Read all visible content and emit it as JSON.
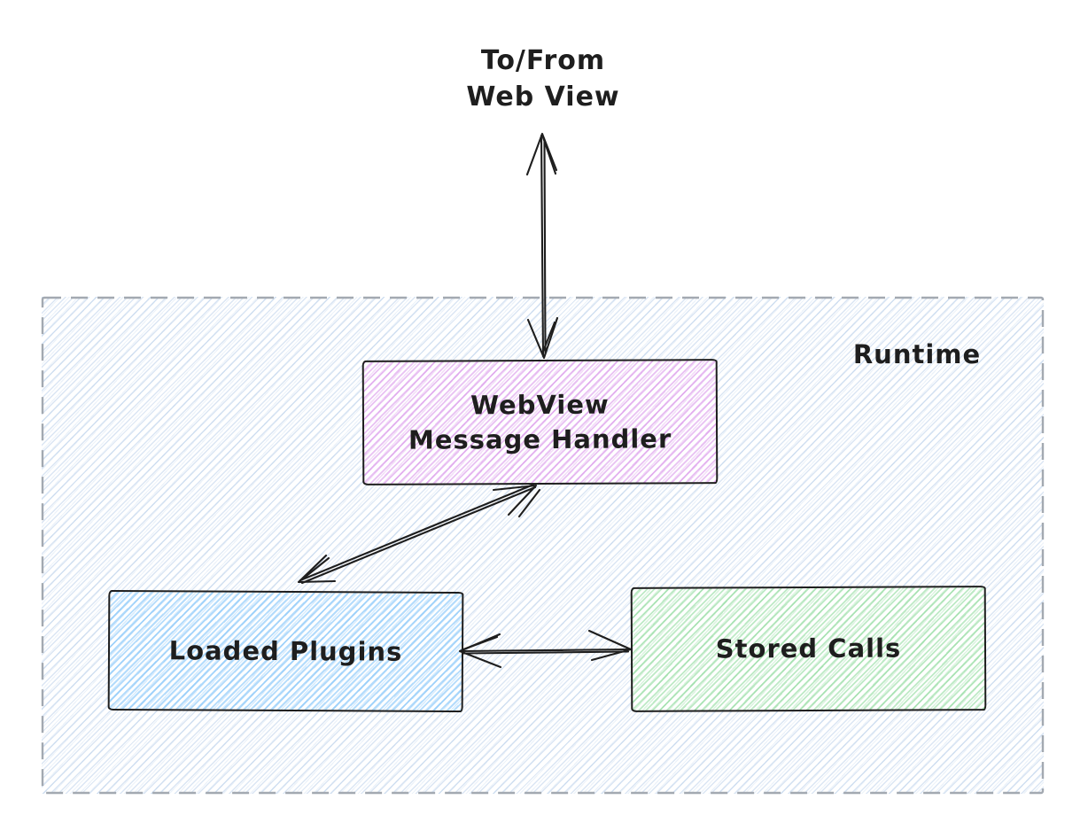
{
  "diagram": {
    "title": "WebView plugin runtime diagram",
    "external_endpoint": {
      "line1": "To/From",
      "line2": "Web View"
    },
    "container": {
      "label": "Runtime"
    },
    "nodes": {
      "handler": {
        "line1": "WebView",
        "line2": "Message Handler",
        "color": "#be4bdb"
      },
      "plugins": {
        "label": "Loaded Plugins",
        "color": "#4dabf7"
      },
      "calls": {
        "label": "Stored Calls",
        "color": "#40c057"
      }
    },
    "edges": [
      {
        "from": "Web View",
        "to": "WebView Message Handler",
        "style": "double-arrow"
      },
      {
        "from": "WebView Message Handler",
        "to": "Loaded Plugins",
        "style": "double-arrow"
      },
      {
        "from": "Loaded Plugins",
        "to": "Stored Calls",
        "style": "double-arrow"
      }
    ],
    "colors": {
      "text": "#1e1e1e",
      "node_border": "#1e1e1e",
      "arrow": "#1e1e1e",
      "container_border": "#a3a9b1",
      "container_fill_hatch": "#7da5d7",
      "handler_fill_hatch": "#be4bdb",
      "plugins_fill_hatch": "#4dabf7",
      "calls_fill_hatch": "#40c057"
    }
  }
}
